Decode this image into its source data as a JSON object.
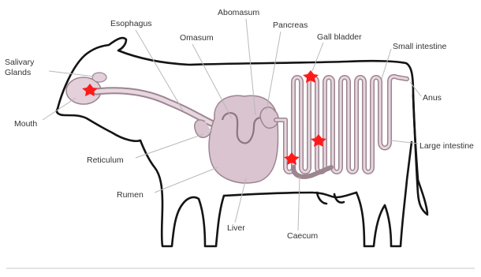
{
  "diagram": {
    "labels": {
      "salivary_glands": "Salivary Glands",
      "mouth": "Mouth",
      "esophagus": "Esophagus",
      "omasum": "Omasum",
      "abomasum": "Abomasum",
      "pancreas": "Pancreas",
      "gall_bladder": "Gall bladder",
      "small_intestine": "Small intestine",
      "anus": "Anus",
      "large_intestine": "Large intestine",
      "reticulum": "Reticulum",
      "rumen": "Rumen",
      "liver": "Liver",
      "caecum": "Caecum"
    },
    "colors": {
      "outline": "#141414",
      "organ_fill": "#d9c4cf",
      "organ_stroke": "#9c8590",
      "marker": "#ff1a1a",
      "leader_line": "#b9b9b9",
      "label_text": "#333333"
    }
  }
}
